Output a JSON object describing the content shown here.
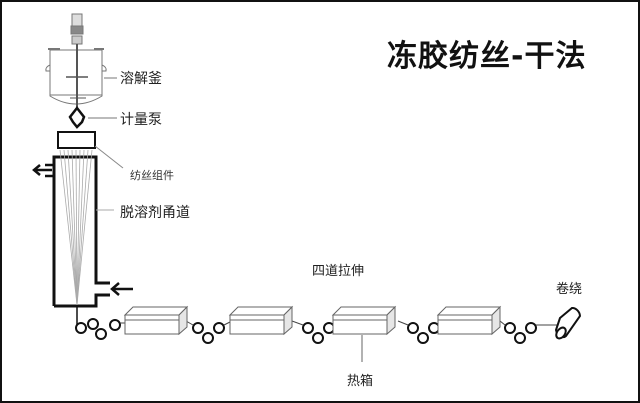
{
  "title": "冻胶纺丝-干法",
  "labels": {
    "dissolving_tank": "溶解釜",
    "metering_pump": "计量泵",
    "spin_pack": "纺丝组件",
    "desolvation_channel": "脱溶剂甬道",
    "four_stage_drawing": "四道拉伸",
    "hot_box": "热箱",
    "winding": "卷绕"
  },
  "components": [
    {
      "name": "dissolving-tank",
      "label_key": "dissolving_tank"
    },
    {
      "name": "metering-pump",
      "label_key": "metering_pump"
    },
    {
      "name": "spin-pack",
      "label_key": "spin_pack"
    },
    {
      "name": "desolvation-channel",
      "label_key": "desolvation_channel"
    },
    {
      "name": "hot-box",
      "count": 4,
      "label_key": "hot_box"
    },
    {
      "name": "winder",
      "label_key": "winding"
    }
  ],
  "flow": [
    "溶解釜",
    "计量泵",
    "纺丝组件",
    "脱溶剂甬道",
    "四道拉伸",
    "热箱",
    "卷绕"
  ],
  "colors": {
    "line": "#111111",
    "light": "#999999",
    "box_fill": "#ffffff",
    "box_side": "#e6e6e6"
  }
}
